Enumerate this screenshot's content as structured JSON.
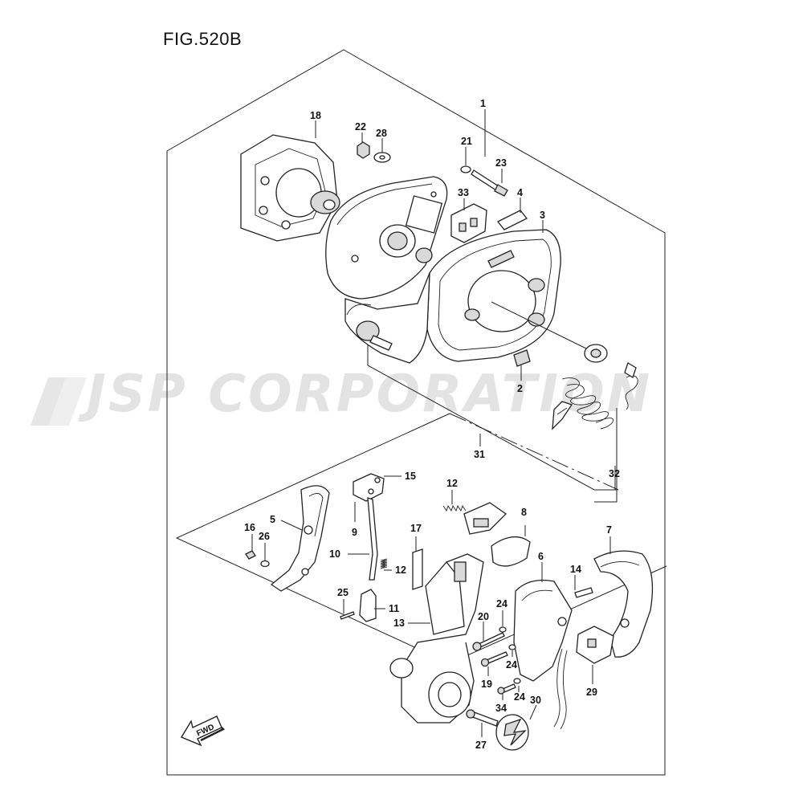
{
  "figure": {
    "title": "FIG.520B"
  },
  "watermark": {
    "text": "JSP CORPORATION"
  },
  "fwd_label": "FWD",
  "callouts": {
    "c1": "1",
    "c2": "2",
    "c3": "3",
    "c4": "4",
    "c5": "5",
    "c6": "6",
    "c7": "7",
    "c8": "8",
    "c9": "9",
    "c10": "10",
    "c11": "11",
    "c12a": "12",
    "c12b": "12",
    "c13": "13",
    "c14": "14",
    "c15": "15",
    "c16": "16",
    "c17": "17",
    "c18": "18",
    "c19": "19",
    "c20": "20",
    "c21": "21",
    "c22": "22",
    "c23": "23",
    "c24a": "24",
    "c24b": "24",
    "c24c": "24",
    "c25": "25",
    "c26": "26",
    "c27": "27",
    "c28": "28",
    "c29": "29",
    "c30": "30",
    "c31": "31",
    "c32": "32",
    "c33": "33",
    "c34": "34"
  }
}
